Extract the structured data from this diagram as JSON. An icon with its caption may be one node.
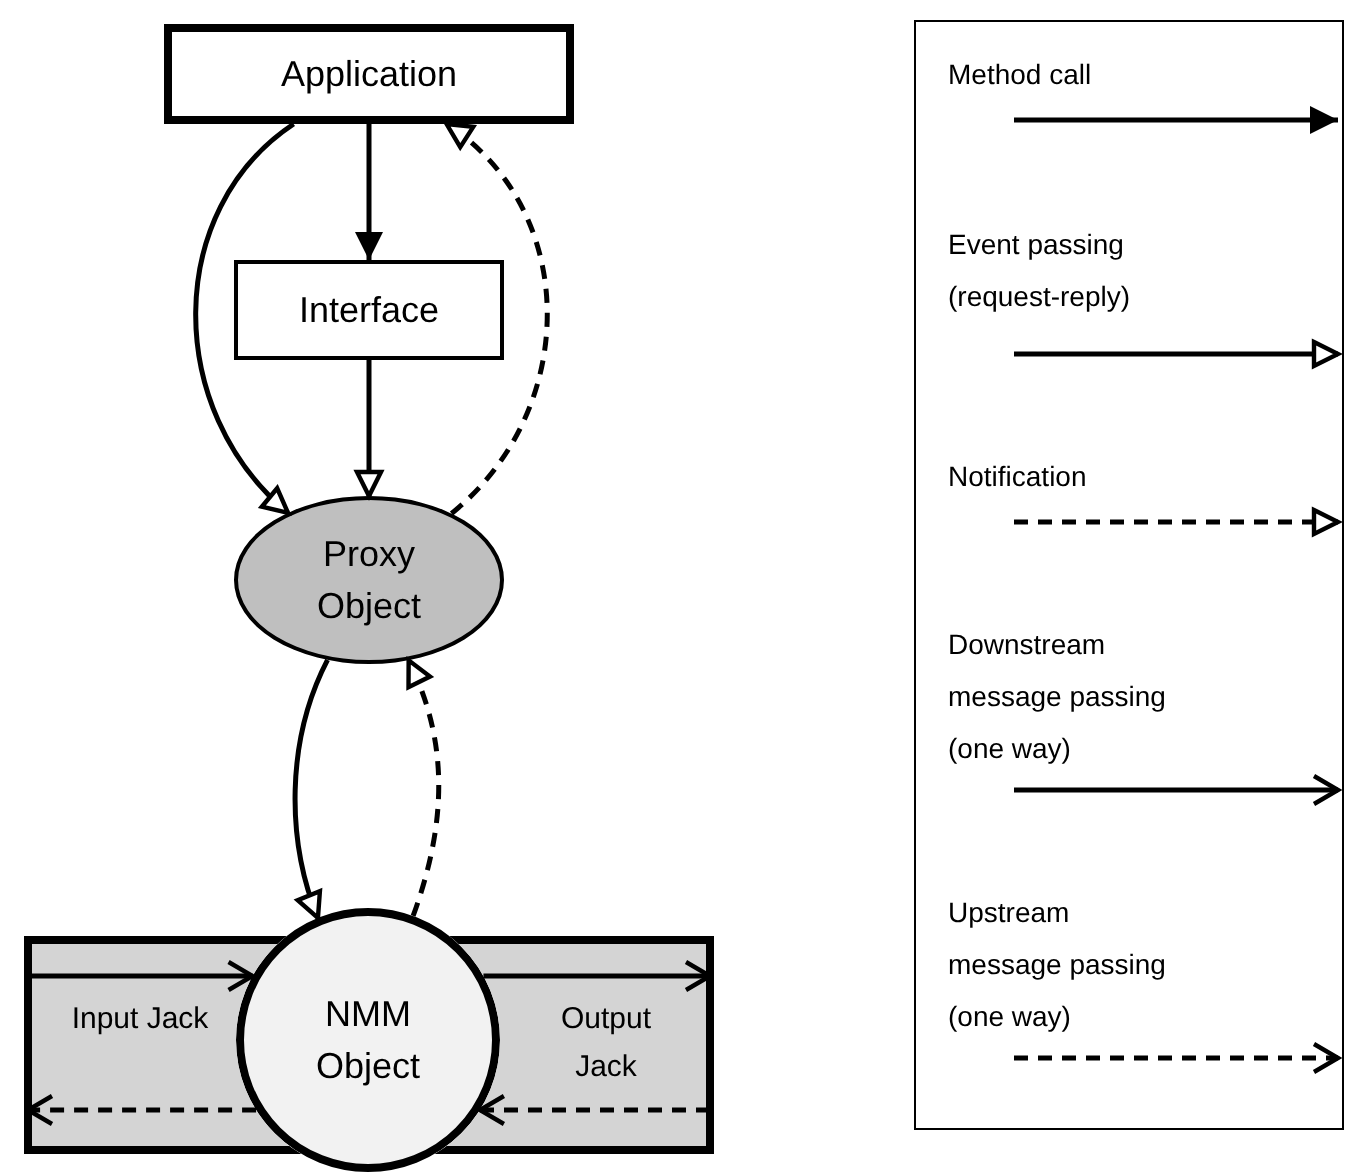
{
  "diagram": {
    "nodes": [
      {
        "text": [
          "Application"
        ]
      },
      {
        "text": [
          "Interface"
        ]
      },
      {
        "text": [
          "Proxy Object"
        ]
      },
      {
        "text": [
          "Input Jack"
        ]
      },
      {
        "text": [
          "NMM Object"
        ]
      },
      {
        "text": [
          "Output Jack"
        ]
      }
    ],
    "edges": [
      {
        "from": 0,
        "to": 1,
        "arrow": "to"
      },
      {
        "from": 0,
        "to": 2,
        "arrow": "to"
      },
      {
        "from": 1,
        "to": 2,
        "arrow": "to"
      },
      {
        "from": 2,
        "to": 0,
        "arrow": "to",
        "style": "dashed"
      },
      {
        "from": 2,
        "to": 4,
        "arrow": "to"
      },
      {
        "from": 4,
        "to": 2,
        "arrow": "to",
        "style": "dashed"
      },
      {
        "from": 3,
        "to": 4,
        "arrow": "to"
      },
      {
        "from": 4,
        "to": 5,
        "arrow": "to"
      },
      {
        "from": 5,
        "to": 4,
        "arrow": "to",
        "style": "dashed"
      },
      {
        "from": 4,
        "to": 3,
        "arrow": "to",
        "style": "dashed"
      }
    ],
    "legend": [
      {
        "text": "Method call"
      },
      {
        "text": "Event passing (request-reply)"
      },
      {
        "text": "Notification"
      },
      {
        "text": "Downstream message passing (one way)"
      },
      {
        "text": "Upstream message passing (one way)"
      }
    ]
  }
}
